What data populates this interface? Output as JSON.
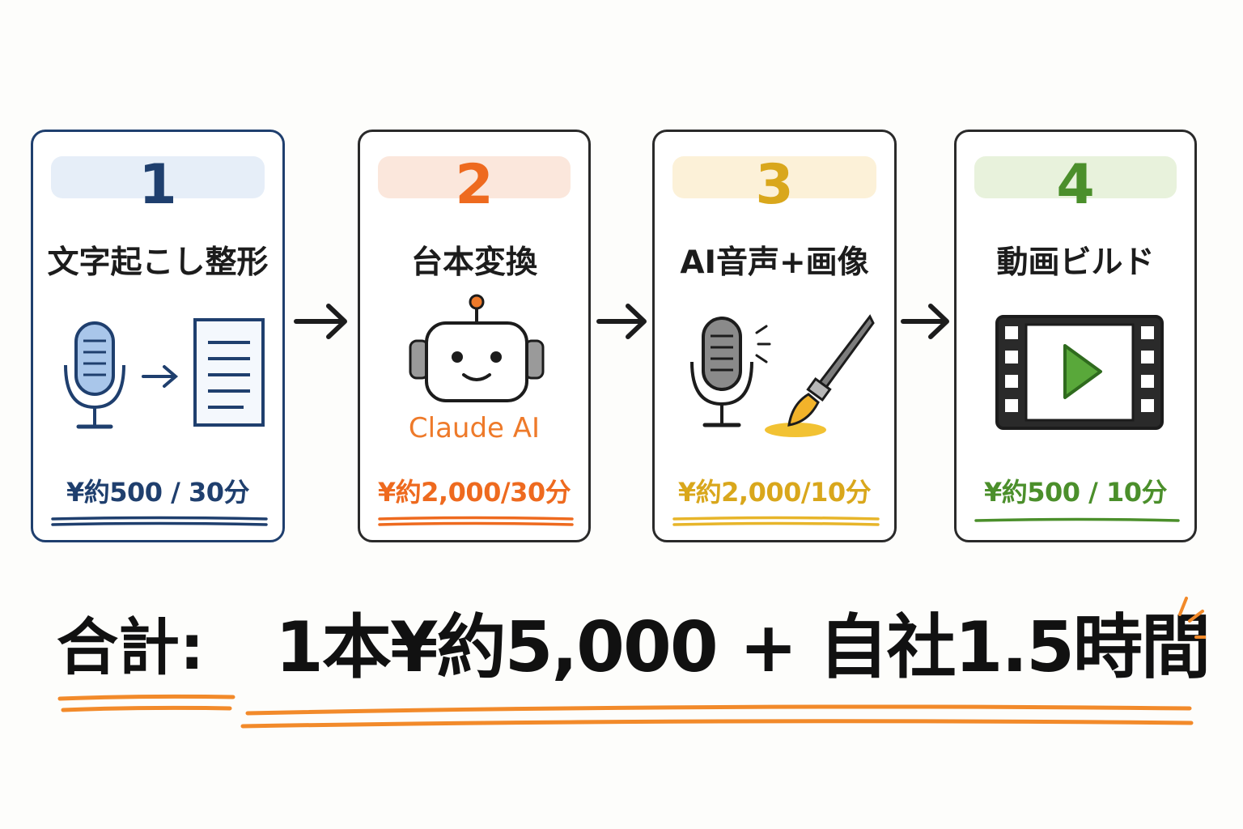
{
  "steps": [
    {
      "number": "1",
      "label": "文字起こし整形",
      "price": "¥約500 / 30分",
      "color": "#1f3f6e",
      "band": "#e6eef8",
      "icon": "mic-to-document-icon"
    },
    {
      "number": "2",
      "label": "台本変換",
      "tool": "Claude AI",
      "price": "¥約2,000/30分",
      "color": "#ee6a1f",
      "band": "#fbe7dc",
      "icon": "robot-icon"
    },
    {
      "number": "3",
      "label": "AI音声+画像",
      "price": "¥約2,000/10分",
      "color": "#d9a71c",
      "band": "#fcf1d8",
      "icon": "mic-and-paintbrush-icon"
    },
    {
      "number": "4",
      "label": "動画ビルド",
      "price": "¥約500 / 10分",
      "color": "#4b8f2b",
      "band": "#e8f2dc",
      "icon": "film-play-icon"
    }
  ],
  "total": {
    "label": "合計:",
    "value": "1本¥約5,000 + 自社1.5時間",
    "accent_color": "#f28a2a"
  }
}
